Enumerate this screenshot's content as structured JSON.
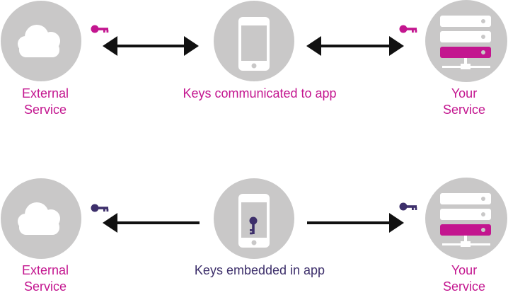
{
  "colors": {
    "circle": "#c9c8c8",
    "inner": "#ffffff",
    "accent": "#c3158f",
    "dark": "#3d2f6b",
    "arrow": "#111111"
  },
  "top_row": {
    "left_label": [
      "External",
      "Service"
    ],
    "center_label": "Keys communicated to app",
    "right_label": [
      "Your",
      "Service"
    ]
  },
  "bottom_row": {
    "left_label": [
      "External",
      "Service"
    ],
    "center_label": "Keys embedded in app",
    "right_label": [
      "Your",
      "Service"
    ]
  },
  "icons": [
    "cloud-icon",
    "smartphone-icon",
    "server-icon",
    "key-icon",
    "arrow-icon"
  ]
}
